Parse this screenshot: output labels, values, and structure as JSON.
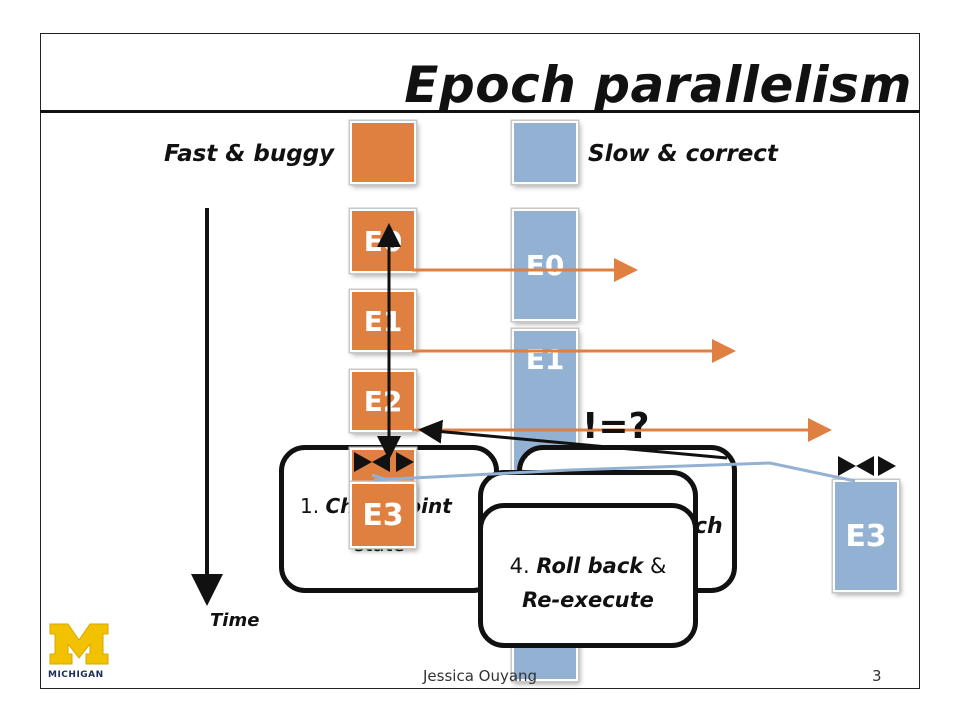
{
  "slide": {
    "title": "Epoch parallelism",
    "left_label": "Fast & buggy",
    "right_label": "Slow & correct",
    "time_label": "Time",
    "footer_name": "Jessica Ouyang",
    "page_number": "3",
    "logo_text": "MICHIGAN",
    "compare_symbol": "!=?",
    "colors": {
      "fast": "#e08040",
      "slow": "#93b1d2",
      "line": "#111111"
    }
  },
  "fast_epochs": [
    "E0",
    "E1",
    "E2",
    "E3"
  ],
  "slow_epochs": [
    "E0",
    "E1",
    "E3"
  ],
  "steps": {
    "checkpoint_num": "1.",
    "checkpoint_word": "Checkpoint",
    "checkpoint_tail": "state",
    "back_tail": "ch",
    "rollback_num": "4.",
    "rollback_word": "Roll back",
    "rollback_amp": "&",
    "reexecute": "Re-execute"
  }
}
